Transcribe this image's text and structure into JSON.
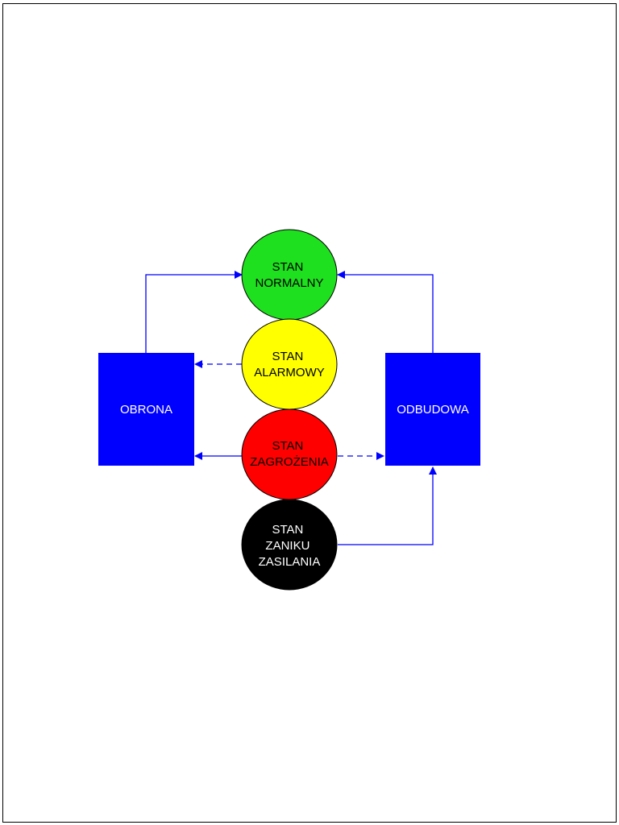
{
  "diagram": {
    "states": [
      {
        "id": "normal",
        "lines": [
          "STAN",
          "NORMALNY"
        ],
        "fill": "#1ee01e",
        "text_color": "#000000"
      },
      {
        "id": "alarm",
        "lines": [
          "STAN",
          "ALARMOWY"
        ],
        "fill": "#ffff00",
        "text_color": "#000000"
      },
      {
        "id": "threat",
        "lines": [
          "STAN",
          "ZAGROŻENIA"
        ],
        "fill": "#ff0000",
        "text_color": "#000000"
      },
      {
        "id": "power_loss",
        "lines": [
          "STAN",
          "ZANIKU",
          "ZASILANIA"
        ],
        "fill": "#000000",
        "text_color": "#ffffff"
      }
    ],
    "boxes": [
      {
        "id": "defense",
        "label": "OBRONA",
        "fill": "#0000ff",
        "text_color": "#ffffff"
      },
      {
        "id": "rebuild",
        "label": "ODBUDOWA",
        "fill": "#0000ff",
        "text_color": "#ffffff"
      }
    ],
    "connector_color": "#0000ff"
  }
}
